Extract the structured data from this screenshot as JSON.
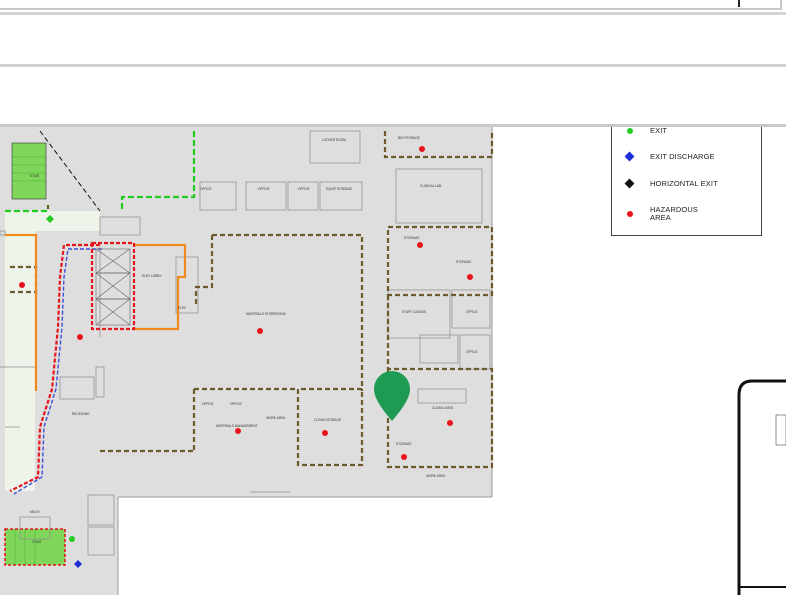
{
  "legend": {
    "items": [
      {
        "label": "EXIT",
        "icon": "green-circle-icon",
        "color": "#22cc22"
      },
      {
        "label": "EXIT DISCHARGE",
        "icon": "blue-diamond-icon",
        "color": "#1a2fd6"
      },
      {
        "label": "HORIZONTAL EXIT",
        "icon": "black-diamond-icon",
        "color": "#111111"
      },
      {
        "label": "HAZARDOUS AREA",
        "icon": "red-dot-icon",
        "color": "#e8141b"
      }
    ]
  },
  "map": {
    "marker_color": "#1e9a52",
    "hazard_color": "#e8141b",
    "smoke_barrier_color": "#6b5a2a",
    "fire_barrier_color": "#f08a1e",
    "rooms": {
      "bio_storage": "BIO STORAGE",
      "locker_room": "LOCKER ROOM",
      "office_a": "OFFICE",
      "office_b": "OFFICE",
      "office_c": "OFFICE",
      "equip_storage": "EQUIP STORAGE",
      "clinical_lab": "CLINICAL LAB",
      "storage_a": "STORAGE",
      "storage_b": "STORAGE",
      "elev_lobby": "ELEV LOBBY",
      "mat_storeroom": "MATERIALS STOREROOM",
      "elev": "ELEV",
      "staff_lounge": "STAFF LOUNGE",
      "office_d": "OFFICE",
      "office_e": "OFFICE",
      "receiving": "RECEIVING",
      "office_f": "OFFICE",
      "office_g": "OFFICE",
      "mat_mgmt": "MATERIALS MANAGEMENT",
      "work_area_a": "WORK AREA",
      "clean_storage": "CLEAN STORAGE",
      "clean_linen": "CLEAN LINEN",
      "storage_c": "STORAGE",
      "work_area_b": "WORK AREA",
      "mech": "MECH",
      "stair_a": "STAIR",
      "stair_b": "STAIR"
    }
  }
}
